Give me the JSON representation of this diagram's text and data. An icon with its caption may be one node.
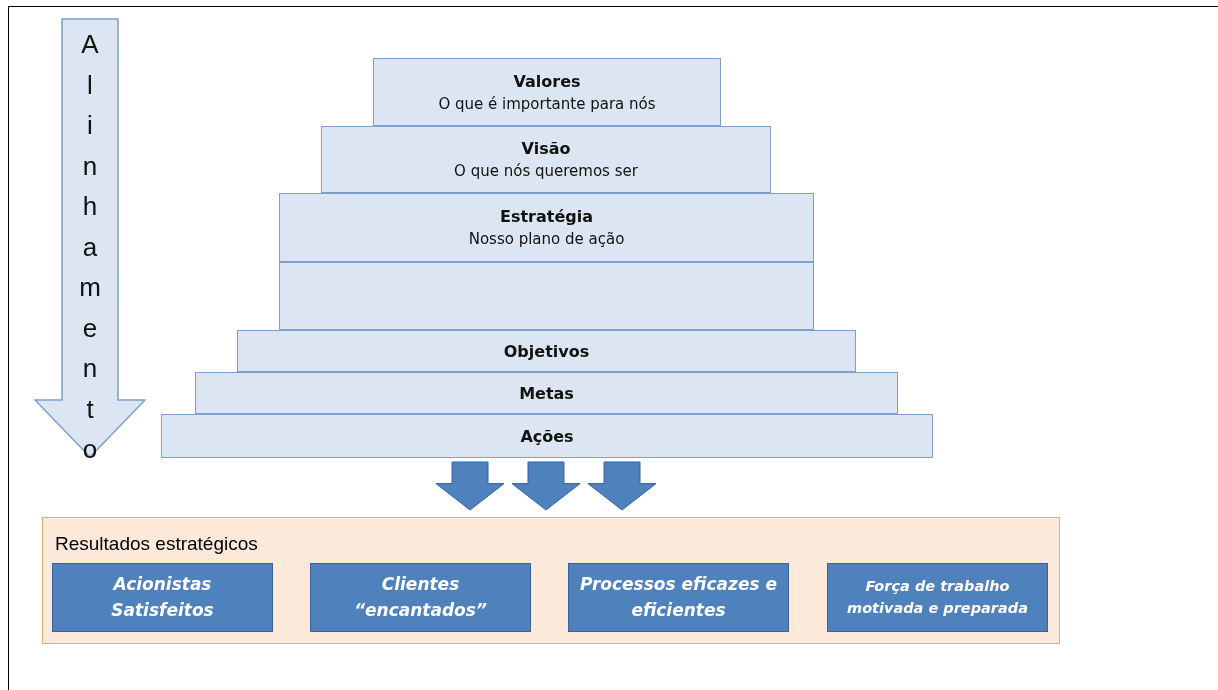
{
  "diagram": {
    "nodes": [
      {
        "text": [
          "Alinhamento"
        ]
      },
      {
        "text": [
          "Valores",
          "O que é importante para nós"
        ]
      },
      {
        "text": [
          "Visão",
          "O que nós queremos ser"
        ]
      },
      {
        "text": [
          "Estratégia",
          "Nosso plano de ação"
        ]
      },
      {
        "text": [],
        "shape": "box"
      },
      {
        "text": [
          "Objetivos"
        ]
      },
      {
        "text": [
          "Metas"
        ]
      },
      {
        "text": [
          "Ações"
        ]
      },
      {
        "text": [
          "Resultados estratégicos"
        ]
      },
      {
        "text": [
          "Acionistas Satisfeitos"
        ],
        "in": 8
      },
      {
        "text": [
          "Clientes “encantados”"
        ],
        "in": 8
      },
      {
        "text": [
          "Processos eficazes e eficientes"
        ],
        "in": 8
      },
      {
        "text": [
          "Força de trabalho motivada e preparada"
        ],
        "in": 8
      }
    ],
    "edges": [
      {
        "from": 7,
        "to": 8,
        "arrow": "to"
      },
      {
        "from": 7,
        "to": 8,
        "arrow": "to"
      },
      {
        "from": 7,
        "to": 8,
        "arrow": "to"
      }
    ]
  }
}
